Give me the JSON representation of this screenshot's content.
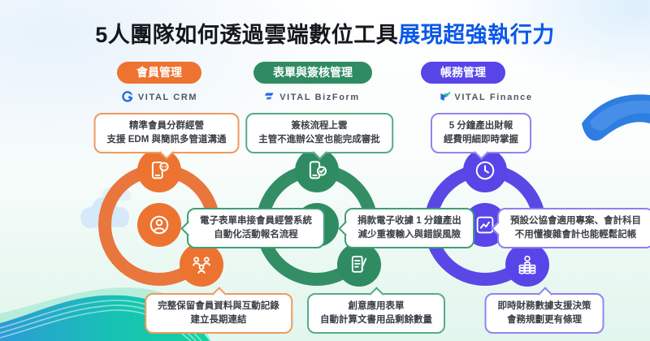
{
  "title": {
    "part1": "5人團隊如何透過雲端數位工具",
    "part2": "展現超強執行力"
  },
  "colors": {
    "title_accent": "#0A58E8",
    "orange": "#ED7330",
    "green": "#2F8C62",
    "purple": "#5845E8",
    "wave_blue": "#2C9BD6",
    "wave_teal": "#12D49E",
    "brush_blue": "#2E7EE2",
    "cloud_blue": "#D5E9F8"
  },
  "columns": [
    {
      "category": "會員管理",
      "product": "VITAL CRM",
      "top_box": [
        "精準會員分群經營",
        "支援 EDM 與簡訊多管道溝通"
      ],
      "callout": [
        "電子表單串接會員經營系統",
        "自動化活動報名流程"
      ],
      "bottom_box": [
        "完整保留會員資料與互動記錄",
        "建立長期連結"
      ],
      "icons": [
        "phone-chat-icon",
        "member-contact-icon",
        "people-network-icon",
        "crm-logo-icon"
      ]
    },
    {
      "category": "表單與簽核管理",
      "product": "VITAL BizForm",
      "top_box": [
        "簽核流程上雲",
        "主管不進辦公室也能完成審批"
      ],
      "callout": [
        "捐款電子收據 1 分鐘產出",
        "減少重複輸入與錯誤風險"
      ],
      "bottom_box": [
        "創意應用表單",
        "自動計算文書用品剩餘數量"
      ],
      "icons": [
        "mobile-approval-icon",
        "receipt-icon",
        "document-edit-icon",
        "bizform-logo-icon"
      ]
    },
    {
      "category": "帳務管理",
      "product": "VITAL Finance",
      "top_box": [
        "5 分鐘產出財報",
        "經費明細即時掌握"
      ],
      "callout": [
        "預設公協會適用專案、會計科目",
        "不用懂複雜會計也能輕鬆記帳"
      ],
      "bottom_box": [
        "即時財務數據支援決策",
        "會務規劃更有條理"
      ],
      "icons": [
        "clock-icon",
        "finance-chart-icon",
        "coins-icon",
        "finance-logo-icon"
      ]
    }
  ]
}
